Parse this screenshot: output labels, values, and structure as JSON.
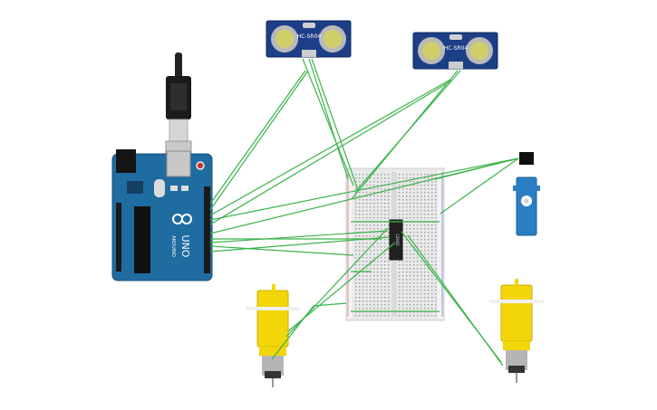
{
  "sensors": [
    {
      "label": "HC-SR04"
    },
    {
      "label": "HC-SR04"
    }
  ],
  "arduino": {
    "board_label": "UNO",
    "brand_label": "ARDUINO"
  },
  "ic": {
    "label": "L293D"
  },
  "colors": {
    "wire": "#3bb34a",
    "arduino_board": "#1f6ca1",
    "sensor_board": "#1d3f87",
    "servo_body": "#2a7fc4",
    "motor_body": "#f2d60a",
    "breadboard": "#e9e9e9"
  },
  "icons": [
    "usb-cable-icon",
    "power-jack-icon",
    "reset-button-icon",
    "arduino-logo-icon",
    "ultrasonic-transducer-icon",
    "servo-horn-icon",
    "motor-shaft-icon"
  ]
}
